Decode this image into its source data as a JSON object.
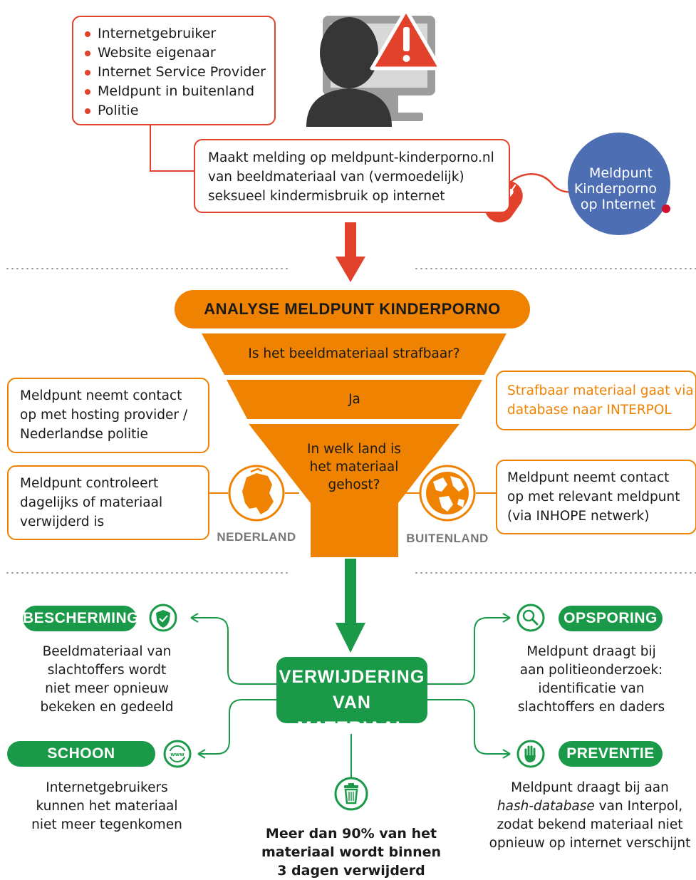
{
  "reporters": [
    "Internetgebruiker",
    "Website eigenaar",
    "Internet Service Provider",
    "Meldpunt in buitenland",
    "Politie"
  ],
  "report_box": {
    "lines": [
      "Maakt melding op meldpunt-kinderporno.nl",
      "van beeldmateriaal van (vermoedelijk)",
      "seksueel kindermisbruik op internet"
    ]
  },
  "logo": {
    "lines": [
      "Meldpunt",
      "Kinderporno",
      "op Internet"
    ]
  },
  "funnel": {
    "title": "ANALYSE MELDPUNT KINDERPORNO",
    "q1": "Is het beeldmateriaal strafbaar?",
    "answer": "Ja",
    "q2": [
      "In welk land is",
      "het materiaal",
      "gehost?"
    ]
  },
  "left": {
    "box1": [
      "Meldpunt neemt contact",
      "op met hosting provider /",
      "Nederlandse politie"
    ],
    "box2": [
      "Meldpunt controleert",
      "dagelijks of materiaal",
      "verwijderd is"
    ],
    "country": "NEDERLAND"
  },
  "right": {
    "interpol": [
      "Strafbaar materiaal gaat via",
      "database naar INTERPOL"
    ],
    "box2": [
      "Meldpunt neemt contact",
      "op met relevant meldpunt",
      "(via INHOPE netwerk)"
    ],
    "country": "BUITENLAND"
  },
  "center": {
    "lines": [
      "VERWIJDERING",
      "VAN MATERIAAL"
    ]
  },
  "bescherming": {
    "title": "BESCHERMING",
    "lines": [
      "Beeldmateriaal van",
      "slachtoffers wordt",
      "niet meer opnieuw",
      "bekeken en gedeeld"
    ]
  },
  "schoon": {
    "title": "SCHOON INTERNET",
    "lines": [
      "Internetgebruikers",
      "kunnen het materiaal",
      "niet meer tegenkomen"
    ]
  },
  "opsporing": {
    "title": "OPSPORING",
    "lines": [
      "Meldpunt draagt bij",
      "aan politieonderzoek:",
      "identificatie van",
      "slachtoffers en daders"
    ]
  },
  "preventie": {
    "title": "PREVENTIE",
    "line1": "Meldpunt draagt bij aan",
    "line2_italic": "hash-database",
    "line2_rest": " van Interpol,",
    "line3": "zodat bekend materiaal niet",
    "line4": "opnieuw op internet verschijnt"
  },
  "result": {
    "lines": [
      "Meer dan 90% van het",
      "materiaal wordt binnen",
      "3 dagen verwijderd"
    ]
  },
  "colors": {
    "red": "#e2412b",
    "orange": "#ef8200",
    "green": "#1a9a48",
    "blue": "#4d6eb3",
    "gray": "#363636"
  }
}
